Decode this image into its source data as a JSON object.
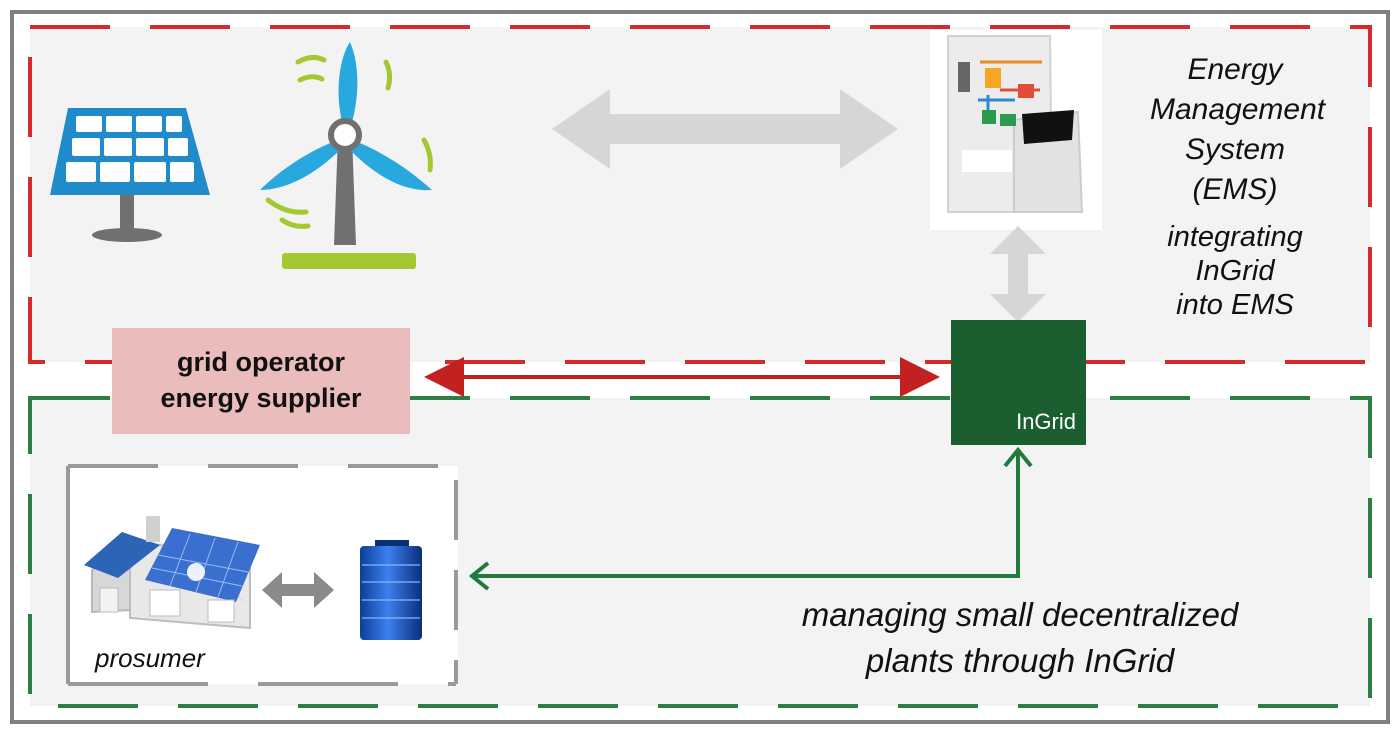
{
  "ems": {
    "title_lines": [
      "Energy",
      "Management",
      "System (EMS)"
    ],
    "caption_lines": [
      "integrating",
      "InGrid",
      "into EMS"
    ]
  },
  "grid_operator": {
    "lines": [
      "grid operator",
      "energy supplier"
    ]
  },
  "ingrid": {
    "label": "InGrid"
  },
  "prosumer": {
    "label": "prosumer"
  },
  "decentral": {
    "lines": [
      "managing small decentralized",
      "plants through InGrid"
    ]
  },
  "icons": [
    "solar-panel-icon",
    "wind-turbine-icon",
    "ems-terminal-icon",
    "house-with-solar-icon",
    "battery-icon"
  ],
  "colors": {
    "ems_zone_border": "#d42a2a",
    "prosumer_zone_border": "#2e7d45",
    "ingrid_box": "#1b5e30",
    "grid_operator_box": "#ebbcbc",
    "red_arrow": "#c22121",
    "green_arrow": "#1f7a3c",
    "grey_arrow": "#d6d6d6",
    "solar_blue": "#29a8e0",
    "turbine_green": "#a5c832"
  }
}
